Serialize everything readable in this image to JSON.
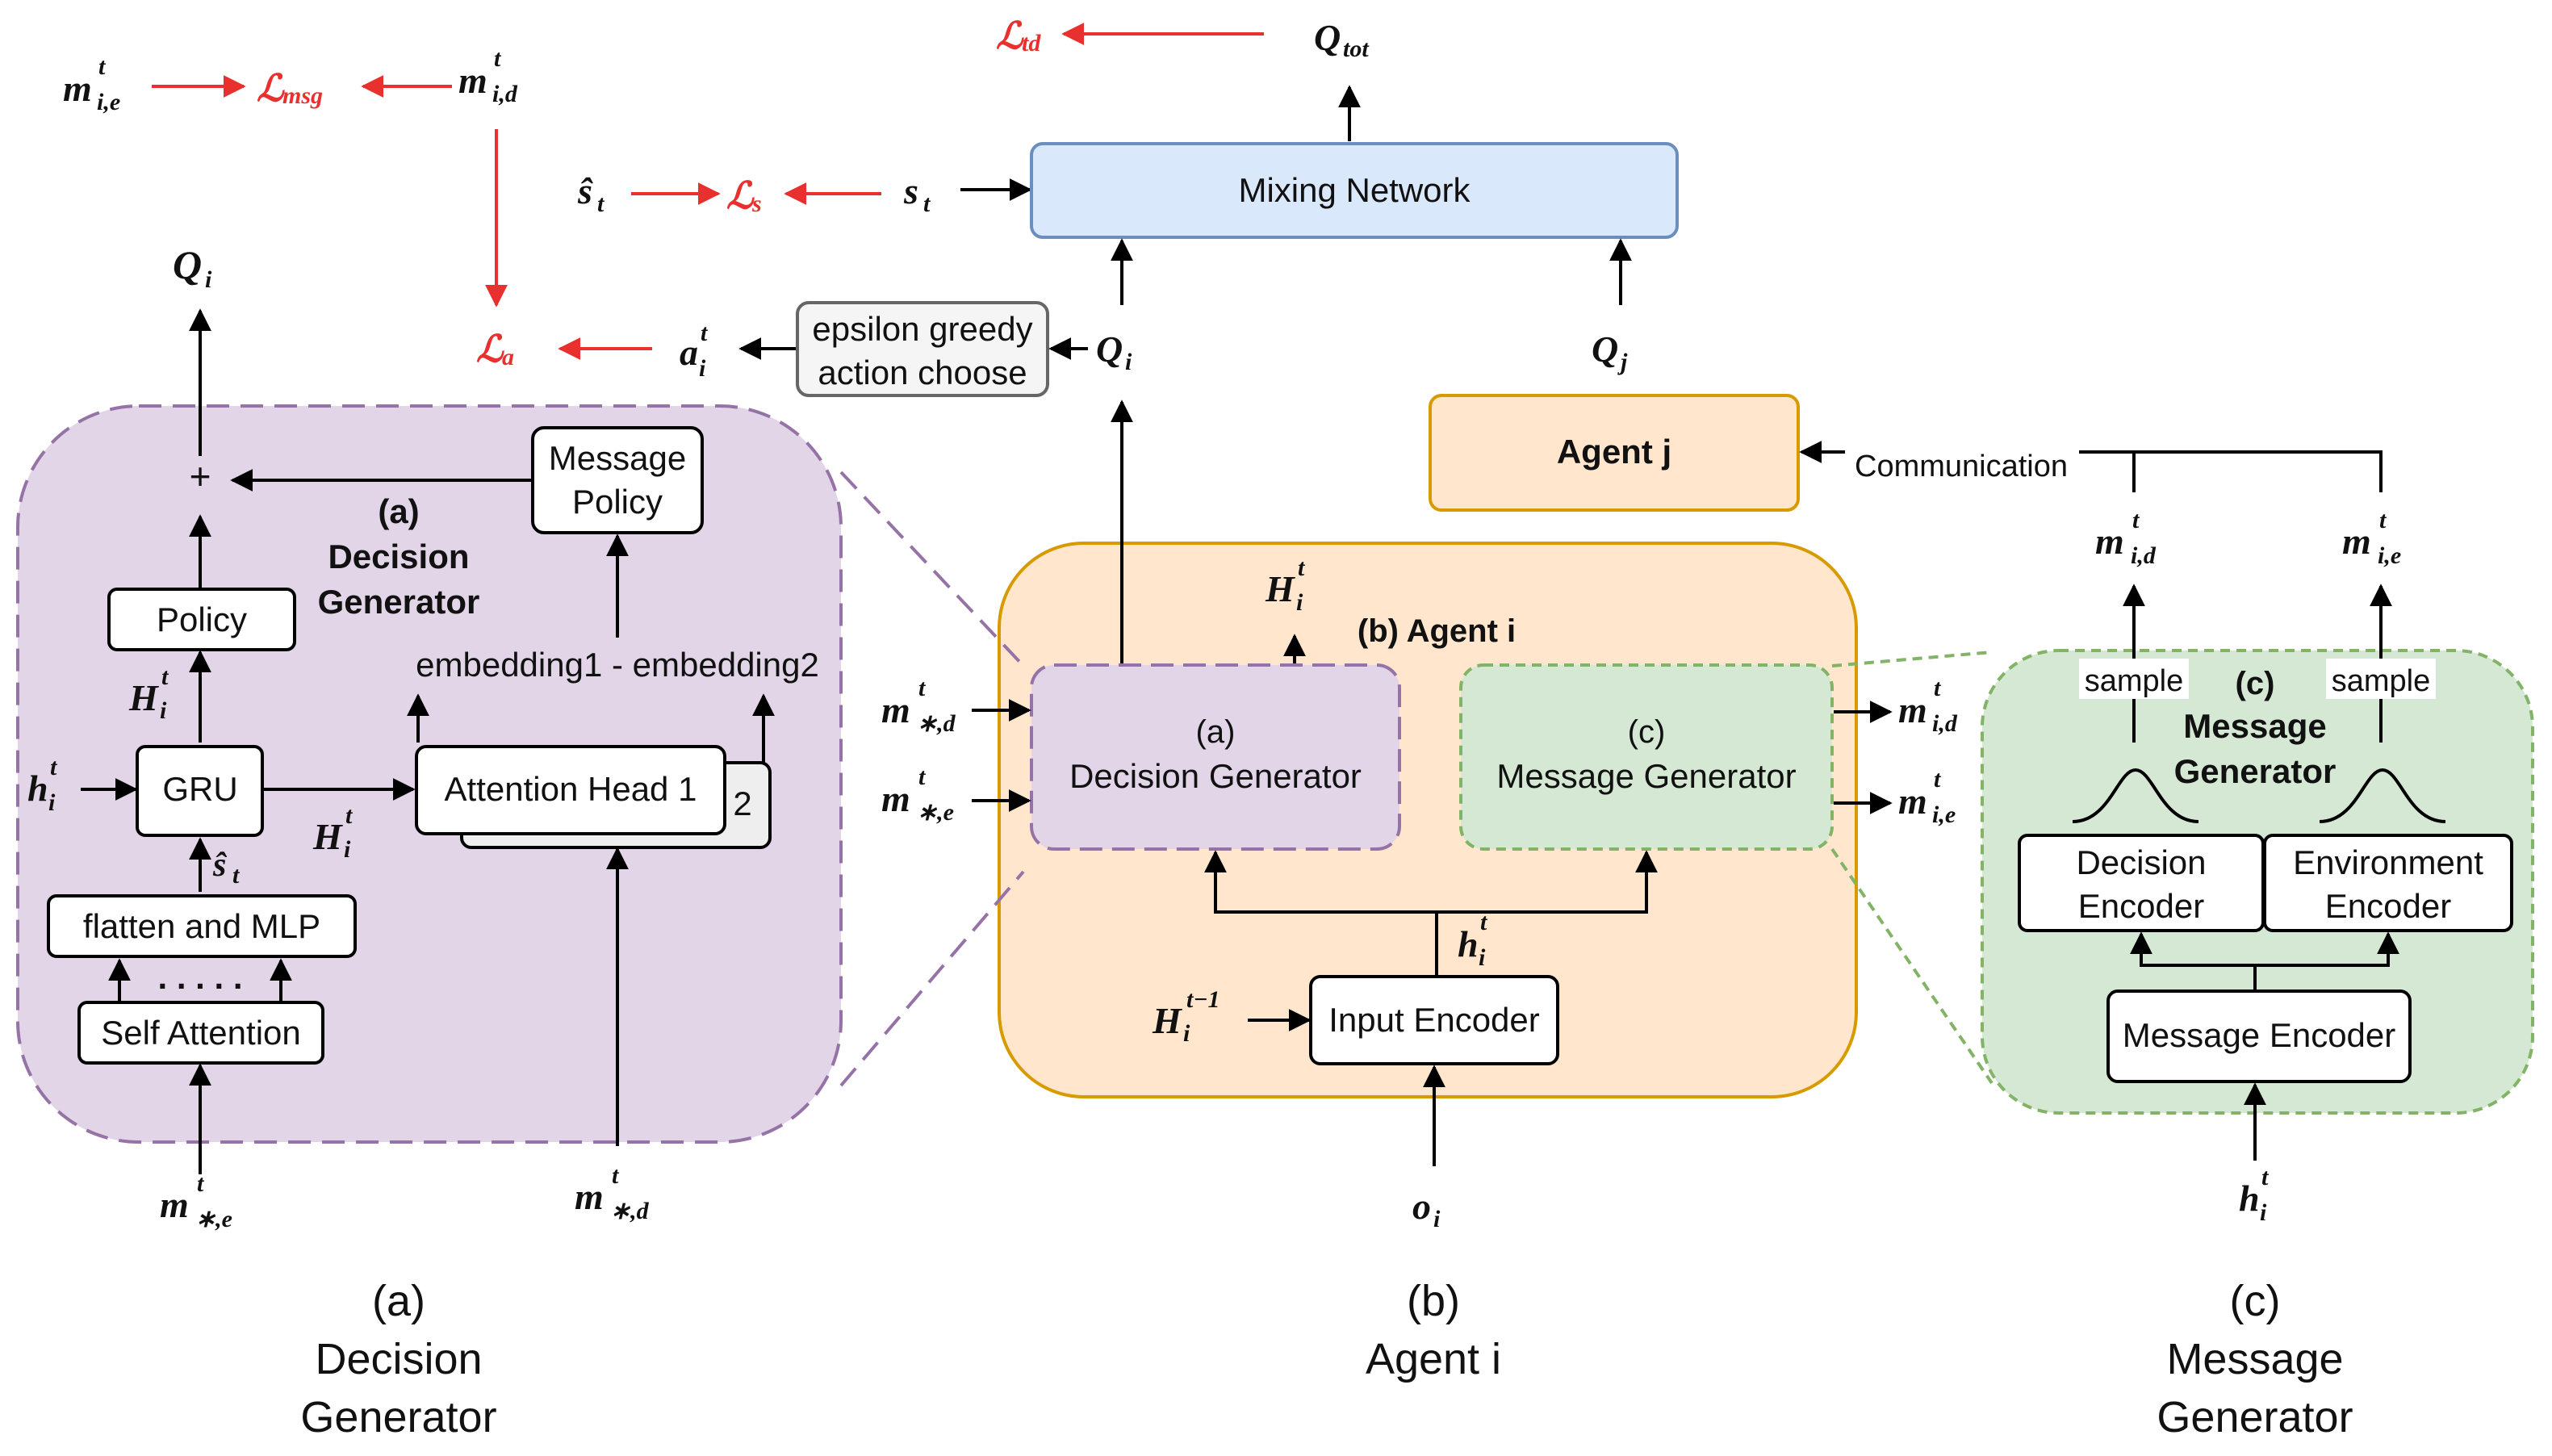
{
  "loss": {
    "msg": {
      "main": "ℒ",
      "sub": "msg"
    },
    "td": {
      "main": "ℒ",
      "sub": "td"
    },
    "s": {
      "main": "ℒ",
      "sub": "s"
    },
    "a": {
      "main": "ℒ",
      "sub": "a"
    }
  },
  "symbols": {
    "m": "m",
    "t": "t",
    "ie": "i,e",
    "id": "i,d",
    "star_d": "∗,d",
    "star_e": "∗,e",
    "Q": "Q",
    "tot": "tot",
    "i": "i",
    "j": "j",
    "s_hat": "ŝ",
    "s": "s",
    "a": "a",
    "H": "H",
    "h": "h",
    "o": "o",
    "t_minus_1": "t−1",
    "plus": "+"
  },
  "nodes": {
    "mixing_network": "Mixing Network",
    "epsilon_line1": "epsilon greedy",
    "epsilon_line2": "action choose",
    "agent_j": "Agent j",
    "communication": "Communication",
    "message_policy_line1": "Message",
    "message_policy_line2": "Policy",
    "policy": "Policy",
    "gru": "GRU",
    "attention_head_1": "Attention Head 1",
    "attention_head_2": "2",
    "embedding_diff": "embedding1 - embedding2",
    "flatten_mlp": "flatten and MLP",
    "self_attention": "Self Attention",
    "dots": ". . . . .",
    "decision_generator_tag": "(a)",
    "decision_generator_line1": "Decision",
    "decision_generator_line2": "Generator",
    "agent_i_title": "(b) Agent i",
    "dg_box_tag": "(a)",
    "dg_box_label": "Decision Generator",
    "mg_box_tag": "(c)",
    "mg_box_label": "Message Generator",
    "input_encoder": "Input Encoder",
    "mg_title_tag": "(c)",
    "mg_title_line1": "Message",
    "mg_title_line2": "Generator",
    "sample": "sample",
    "decision_encoder_line1": "Decision",
    "decision_encoder_line2": "Encoder",
    "environment_encoder_line1": "Environment",
    "environment_encoder_line2": "Encoder",
    "message_encoder": "Message Encoder"
  },
  "captions": {
    "a": {
      "tag": "(a)",
      "line1": "Decision",
      "line2": "Generator"
    },
    "b": {
      "tag": "(b)",
      "line1": "Agent i"
    },
    "c": {
      "tag": "(c)",
      "line1": "Message",
      "line2": "Generator"
    }
  },
  "colors": {
    "red": "#e8312f",
    "purple_fill": "#e1d5e7",
    "purple_stroke": "#9673a6",
    "orange_fill": "#ffe6cc",
    "orange_stroke": "#d79b00",
    "green_fill": "#d5e8d4",
    "green_stroke": "#82b366",
    "blue_fill": "#dae8fc",
    "blue_stroke": "#6c8ebf"
  }
}
